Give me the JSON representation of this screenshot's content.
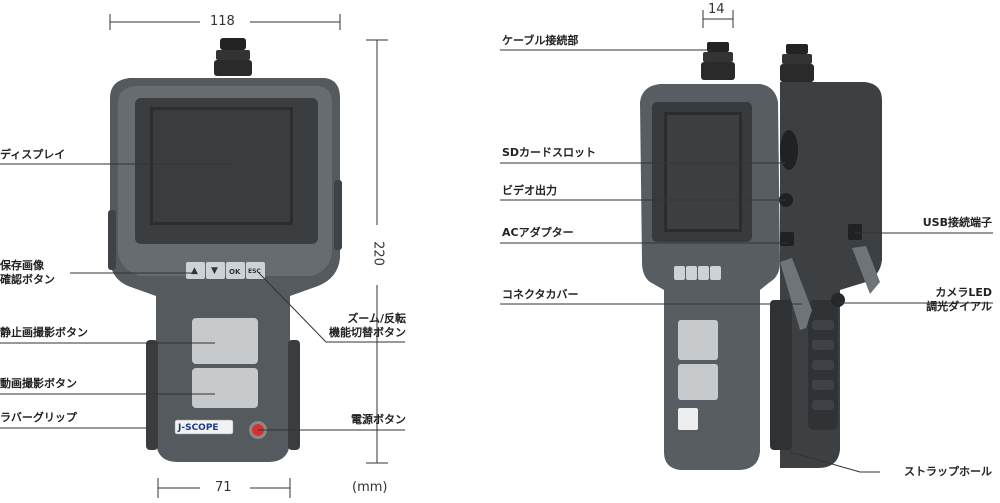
{
  "dimensions": {
    "width_top": "118",
    "width_bottom": "71",
    "height": "220",
    "depth_cable": "14",
    "unit": "(mm)"
  },
  "front_labels": {
    "display": "ディスプレイ",
    "save_confirm_line1": "保存画像",
    "save_confirm_line2": "確認ボタン",
    "still_capture": "静止画撮影ボタン",
    "video_capture": "動画撮影ボタン",
    "rubber_grip": "ラバーグリップ",
    "zoom_flip_line1": "ズーム/反転",
    "zoom_flip_line2": "機能切替ボタン",
    "power": "電源ボタン"
  },
  "side_labels": {
    "cable_connector": "ケーブル接続部",
    "sd_slot": "SDカードスロット",
    "video_out": "ビデオ出力",
    "ac_adapter": "ACアダプター",
    "connector_cover": "コネクタカバー",
    "usb_port": "USB接続端子",
    "led_dial_line1": "カメラLED",
    "led_dial_line2": "調光ダイアル",
    "strap_hole": "ストラップホール"
  },
  "device": {
    "brand": "J-SCOPE",
    "buttons": [
      "▲",
      "▼",
      "OK",
      "ESC"
    ]
  }
}
